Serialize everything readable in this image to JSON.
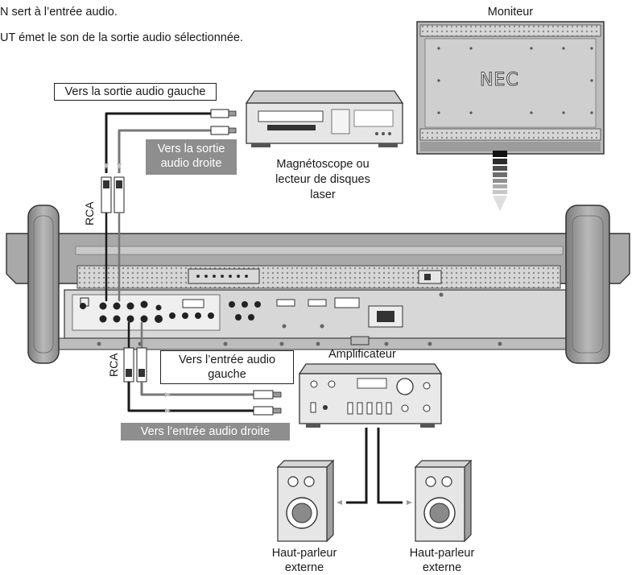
{
  "intro": {
    "line1": "N sert à l’entrée audio.",
    "line2": "UT émet le son de la sortie audio sélectionnée."
  },
  "labels": {
    "monitor": "Moniteur",
    "monitor_brand": "NEC",
    "left_out": "Vers la sortie audio gauche",
    "right_out_line1": "Vers la sortie",
    "right_out_line2": "audio droite",
    "vcr_line1": "Magnétoscope ou",
    "vcr_line2": "lecteur de disques",
    "vcr_line3": "laser",
    "rca_top": "RCA",
    "rca_bottom": "RCA",
    "left_in_line1": "Vers l’entrée audio",
    "left_in_line2": "gauche",
    "amplifier": "Amplificateur",
    "right_in": "Vers l’entrée audio droite",
    "speaker_left_line1": "Haut-parleur",
    "speaker_left_line2": "externe",
    "speaker_right_line1": "Haut-parleur",
    "speaker_right_line2": "externe"
  }
}
